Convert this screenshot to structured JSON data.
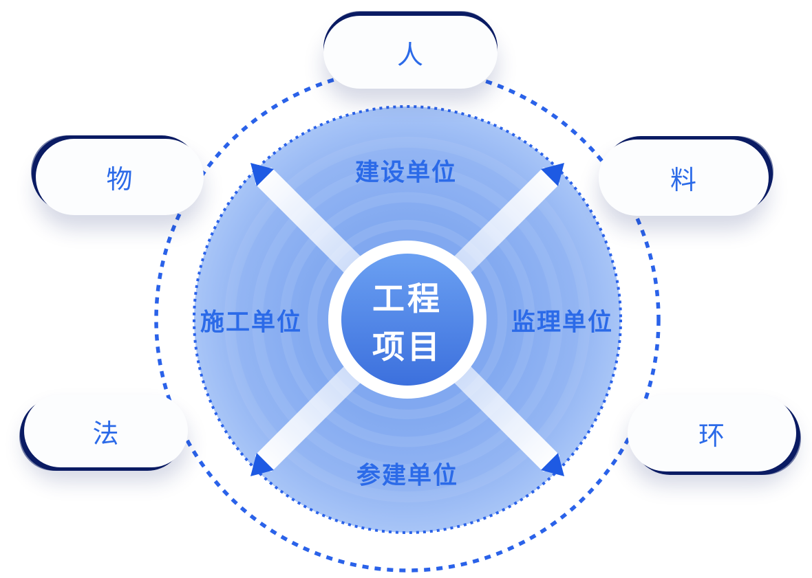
{
  "diagram": {
    "title_semantic": "project-stakeholders-wheel",
    "center": {
      "line1": "工程",
      "line2": "项目"
    },
    "ring_labels": [
      {
        "position": "top",
        "label": "建设单位"
      },
      {
        "position": "right",
        "label": "监理单位"
      },
      {
        "position": "bottom",
        "label": "参建单位"
      },
      {
        "position": "left",
        "label": "施工单位"
      }
    ],
    "outer_pills": [
      {
        "position": "top",
        "label": "人"
      },
      {
        "position": "upper-left",
        "label": "物"
      },
      {
        "position": "upper-right",
        "label": "料"
      },
      {
        "position": "lower-left",
        "label": "法"
      },
      {
        "position": "lower-right",
        "label": "环"
      }
    ],
    "colors": {
      "accent_blue": "#2A62E9",
      "label_blue": "#2B6AE8",
      "navy_outline": "#0A1B63",
      "disc_blue_mid": "#82A9F0",
      "disc_blue_edge": "#A8C5F7",
      "center_gradient_top": "#6BA0F2",
      "center_gradient_bottom": "#3C70DD",
      "text_white": "#FFFFFF",
      "background": "#FFFFFF"
    }
  }
}
